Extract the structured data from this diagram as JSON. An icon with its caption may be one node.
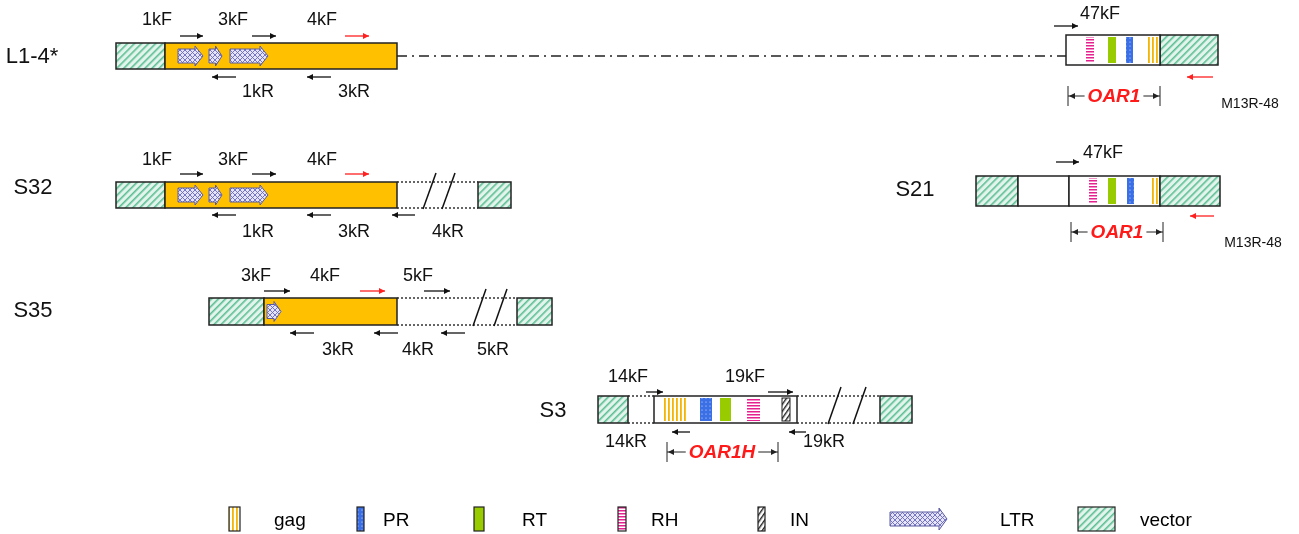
{
  "diagram": {
    "labels": [
      "1kF",
      "3kF",
      "4kF",
      "47kF",
      "L1-4*",
      "1kR",
      "3kR",
      "OAR1",
      "M13R-48",
      "1kF",
      "3kF",
      "4kF",
      "47kF",
      "S32",
      "S21",
      "1kR",
      "3kR",
      "4kR",
      "OAR1",
      "M13R-48",
      "3kF",
      "4kF",
      "5kF",
      "S35",
      "3kR",
      "4kR",
      "5kR",
      "14kF",
      "19kF",
      "S3",
      "14kR",
      "19kR",
      "OAR1H"
    ],
    "legend": [
      {
        "text": "gag"
      },
      {
        "text": "PR"
      },
      {
        "text": "RT"
      },
      {
        "text": "RH"
      },
      {
        "text": "IN"
      },
      {
        "text": "LTR"
      },
      {
        "text": "vector"
      }
    ]
  }
}
